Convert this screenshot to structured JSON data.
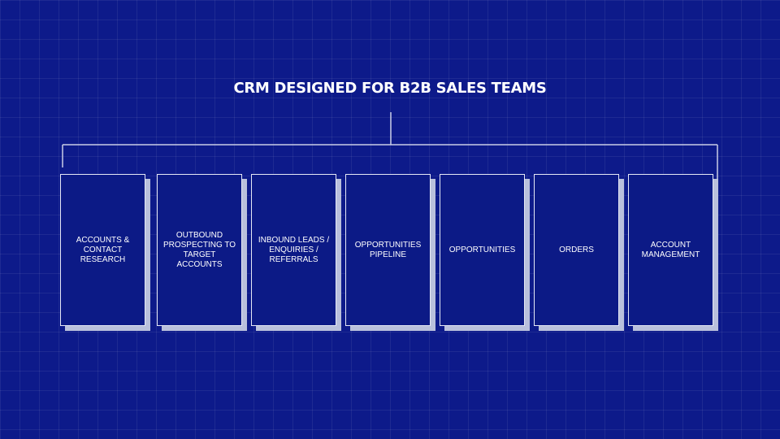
{
  "diagram": {
    "title": "CRM DESIGNED FOR B2B SALES TEAMS",
    "line_color": "#c9cde6",
    "card_fill": "#0c1a86",
    "card_border": "#e6e9f6",
    "card_shadow": "#b9c0dc",
    "stages": [
      {
        "label": "ACCOUNTS & CONTACT RESEARCH"
      },
      {
        "label": "OUTBOUND PROSPECTING TO TARGET ACCOUNTS"
      },
      {
        "label": "INBOUND LEADS / ENQUIRIES / REFERRALS"
      },
      {
        "label": "OPPORTUNITIES PIPELINE"
      },
      {
        "label": "OPPORTUNITIES"
      },
      {
        "label": "ORDERS"
      },
      {
        "label": "ACCOUNT MANAGEMENT"
      }
    ]
  }
}
